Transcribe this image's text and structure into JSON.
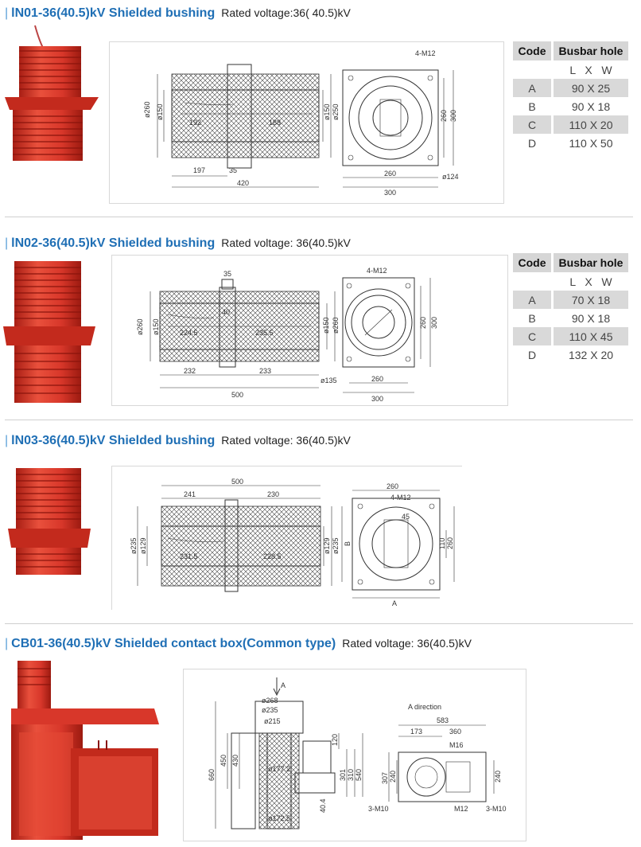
{
  "sections": [
    {
      "title": "lN01-36(40.5)kV  Shielded bushing",
      "rated": "Rated voltage:36( 40.5)kV",
      "table": {
        "headers": [
          "Code",
          "Busbar hole"
        ],
        "subheader": "L   X   W",
        "rows": [
          [
            "A",
            "90 X 25"
          ],
          [
            "B",
            "90 X 18"
          ],
          [
            "C",
            "110 X 20"
          ],
          [
            "D",
            "110 X 50"
          ]
        ]
      },
      "dims": [
        "ø260",
        "ø150",
        "192",
        "188",
        "ø150",
        "ø250",
        "197",
        "35",
        "420",
        "4-M12",
        "260",
        "300",
        "260",
        "300",
        "ø124"
      ]
    },
    {
      "title": "lN02-36(40.5)kV  Shielded bushing",
      "rated": "Rated voltage: 36(40.5)kV",
      "table": {
        "headers": [
          "Code",
          "Busbar hole"
        ],
        "subheader": "L   X   W",
        "rows": [
          [
            "A",
            "70 X 18"
          ],
          [
            "B",
            "90 X 18"
          ],
          [
            "C",
            "110 X 45"
          ],
          [
            "D",
            "132 X 20"
          ]
        ]
      },
      "dims": [
        "35",
        "40",
        "ø260",
        "ø150",
        "224.5",
        "235.5",
        "ø150",
        "ø260",
        "232",
        "233",
        "500",
        "4-M12",
        "260",
        "300",
        "ø135",
        "260",
        "300"
      ]
    },
    {
      "title": "lN03-36(40.5)kV  Shielded bushing",
      "rated": "Rated voltage: 36(40.5)kV",
      "dims": [
        "500",
        "241",
        "230",
        "ø235",
        "ø129",
        "231.5",
        "228.5",
        "ø129",
        "ø235",
        "260",
        "4-M12",
        "45",
        "110",
        "260",
        "B",
        "A"
      ]
    },
    {
      "title": "CB01-36(40.5)kV  Shielded contact box(Common type)",
      "rated": "Rated voltage: 36(40.5)kV",
      "dims": [
        "A",
        "ø268",
        "ø235",
        "ø215",
        "660",
        "450",
        "430",
        "ø177.2",
        "ø172.5",
        "120",
        "301",
        "310",
        "540",
        "40.4",
        "A direction",
        "583",
        "173",
        "360",
        "M16",
        "307",
        "240",
        "240",
        "M12",
        "3-M10",
        "3-M10"
      ]
    }
  ],
  "colors": {
    "title": "#1f6fb5",
    "accent": "#5aa0d8",
    "product_red": "#d8372a",
    "table_gray": "#d9d9d9"
  }
}
